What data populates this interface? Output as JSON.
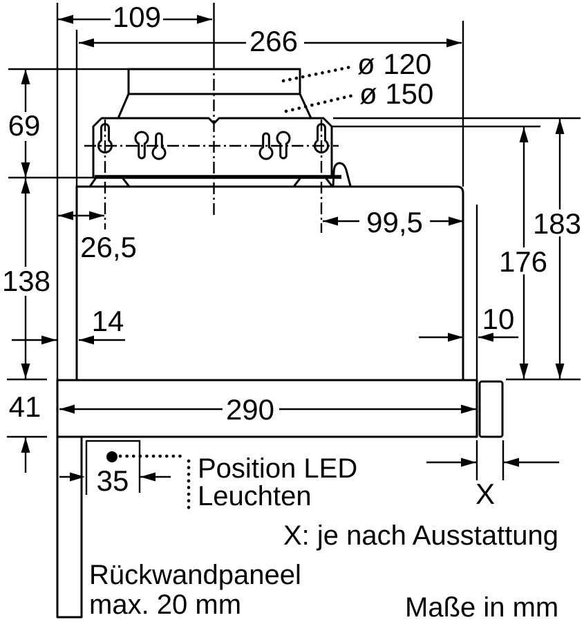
{
  "drawing": {
    "type": "technical-dimension-drawing",
    "subject": "built-in telescopic cooker hood side view",
    "colors": {
      "line": "#000000",
      "background": "#ffffff"
    },
    "dimensions": {
      "duct_center_offset": "109",
      "body_width": "266",
      "duct_diameter_small": "ø 120",
      "duct_diameter_large": "ø 150",
      "duct_assembly_height": "69",
      "keyhole_left_offset": "26,5",
      "keyhole_right_offset": "99,5",
      "height_outer": "183",
      "height_inner": "176",
      "body_height": "138",
      "left_recess": "14",
      "right_recess": "10",
      "visor_height": "41",
      "visor_width": "290",
      "led_offset": "35",
      "side_trim_width": "X"
    },
    "annotations": {
      "led_label_line1": "Position LED",
      "led_label_line2": "Leuchten",
      "x_note": "X: je nach Ausstattung",
      "back_panel_line1": "Rückwandpaneel",
      "back_panel_line2": "max. 20 mm",
      "units_note": "Maße in mm"
    }
  }
}
